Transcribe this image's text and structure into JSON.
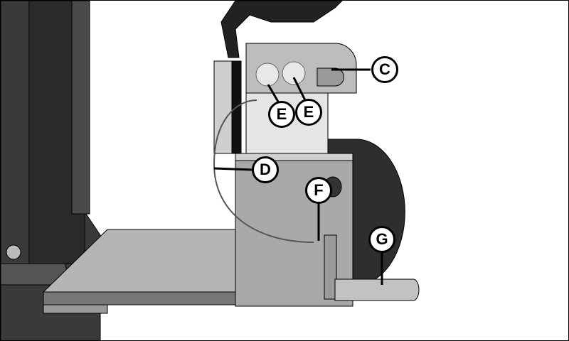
{
  "callouts": {
    "c": "C",
    "d": "D",
    "e1": "E",
    "e2": "E",
    "f": "F",
    "g": "G"
  },
  "colors": {
    "dark": "#2a2a2a",
    "mid": "#8c8c8c",
    "light": "#c8c8c8",
    "outline": "#000000"
  }
}
